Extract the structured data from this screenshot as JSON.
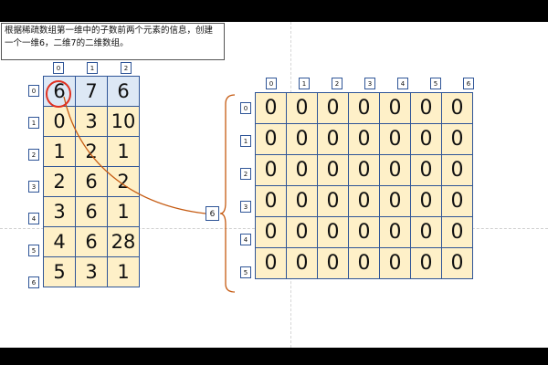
{
  "instruction": "根据稀疏数组第一维中的子数前两个元素的信息，创建一个一维6，二维7的二维数组。",
  "sparse": {
    "col_indices": [
      "0",
      "1",
      "2"
    ],
    "row_indices": [
      "0",
      "1",
      "2",
      "3",
      "4",
      "5",
      "6"
    ],
    "rows": [
      [
        "6",
        "7",
        "6"
      ],
      [
        "0",
        "3",
        "10"
      ],
      [
        "1",
        "2",
        "1"
      ],
      [
        "2",
        "6",
        "2"
      ],
      [
        "3",
        "6",
        "1"
      ],
      [
        "4",
        "6",
        "28"
      ],
      [
        "5",
        "3",
        "1"
      ]
    ]
  },
  "dense": {
    "col_indices": [
      "0",
      "1",
      "2",
      "3",
      "4",
      "5",
      "6"
    ],
    "row_indices": [
      "0",
      "1",
      "2",
      "3",
      "4",
      "5"
    ],
    "rows": [
      [
        "0",
        "0",
        "0",
        "0",
        "0",
        "0",
        "0"
      ],
      [
        "0",
        "0",
        "0",
        "0",
        "0",
        "0",
        "0"
      ],
      [
        "0",
        "0",
        "0",
        "0",
        "0",
        "0",
        "0"
      ],
      [
        "0",
        "0",
        "0",
        "0",
        "0",
        "0",
        "0"
      ],
      [
        "0",
        "0",
        "0",
        "0",
        "0",
        "0",
        "0"
      ],
      [
        "0",
        "0",
        "0",
        "0",
        "0",
        "0",
        "0"
      ]
    ]
  },
  "connector_label": "6",
  "colors": {
    "grid_border": "#2f5597",
    "cell_fill": "#fef0c8",
    "header_fill": "#dde8f5",
    "highlight": "#e03020",
    "connector": "#c55a11"
  }
}
